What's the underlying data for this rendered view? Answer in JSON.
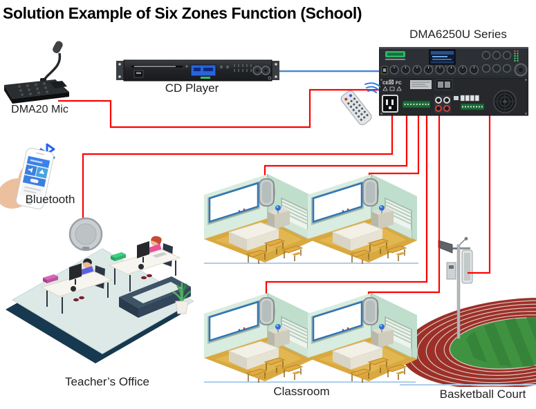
{
  "title": "Solution Example of Six Zones Function (School)",
  "devices": {
    "mic": "DMA20 Mic",
    "cd_player": "CD Player",
    "amplifier": "DMA6250U Series",
    "bluetooth": "Bluetooth"
  },
  "zones": {
    "teachers_office": "Teacher’s Office",
    "classroom": "Classroom",
    "basketball_court": "Basketball Court"
  },
  "wiring": {
    "speaker_wire_color": "#fe0000",
    "line_in_wire_color": "#4f86d0",
    "ground_line_color": "#abcdec"
  }
}
